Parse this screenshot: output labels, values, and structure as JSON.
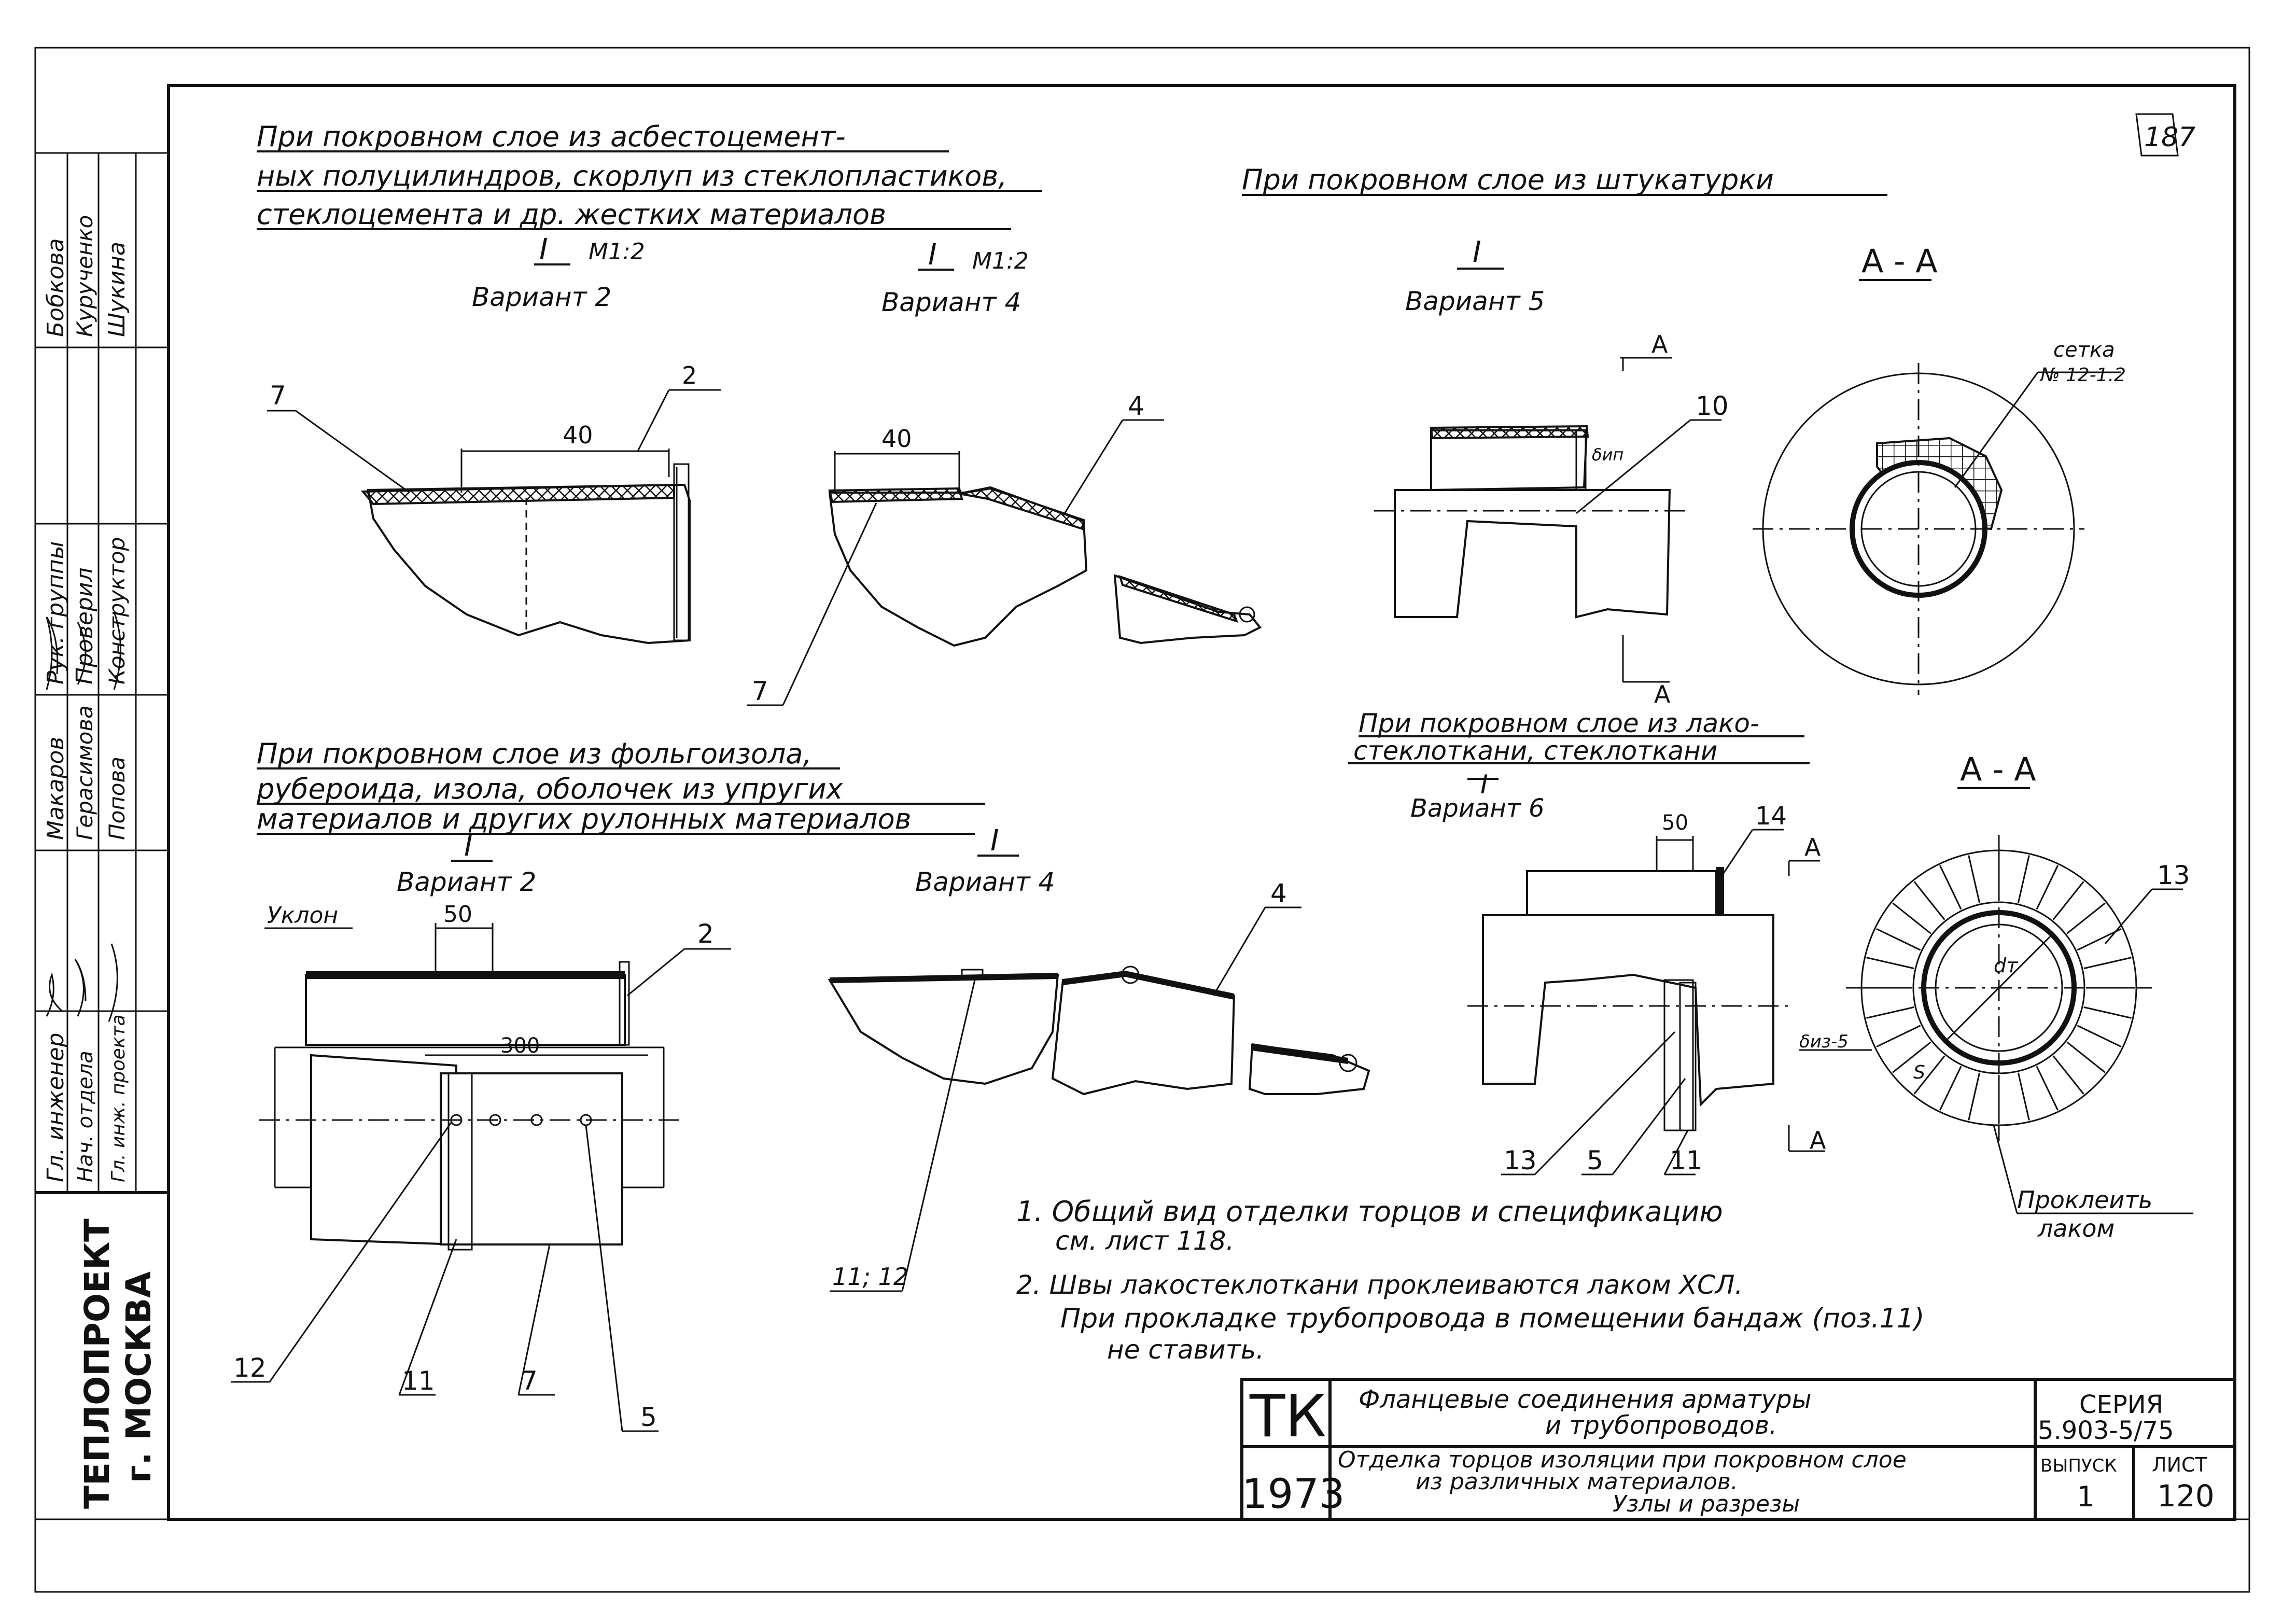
{
  "sheet_number": "187",
  "headings": {
    "rigid_line1": "При покровном слое из асбестоцемент-",
    "rigid_line2": "ных полуцилиндров, скорлуп из стеклопластиков,",
    "rigid_line3": "стеклоцемента и др. жестких материалов",
    "plaster": "При покровном слое из штукатурки",
    "lako_line1": "При покровном слое из лако-",
    "lako_line2": "стеклоткани, стеклоткани",
    "roll_line1": "При покровном слое из фольгоизола,",
    "roll_line2": "рубероида, изола, оболочек из упругих",
    "roll_line3": "материалов и других рулонных материалов"
  },
  "views": {
    "v2_top": {
      "mark": "I",
      "scale": "М1:2",
      "variant": "Вариант 2"
    },
    "v4_top": {
      "mark": "I",
      "scale": "М1:2",
      "variant": "Вариант 4"
    },
    "v5": {
      "mark": "I",
      "variant": "Вариант 5"
    },
    "section_top": "А - А",
    "v6": {
      "mark": "I",
      "variant": "Вариант 6"
    },
    "section_bottom": "А - А",
    "v2_bottom": {
      "mark": "I",
      "variant": "Вариант 2"
    },
    "v4_bottom": {
      "mark": "I",
      "variant": "Вариант 4"
    }
  },
  "callouts": {
    "c7a": "7",
    "c2a": "2",
    "d40a": "40",
    "d40b": "40",
    "c4a": "4",
    "c7b": "7",
    "cA1": "А",
    "cA2": "А",
    "c10": "10",
    "delta_top": "δип",
    "mesh1": "сетка",
    "mesh2": "№ 12-1.2",
    "slope": "Уклон",
    "d50a": "50",
    "c2b": "2",
    "d300": "300",
    "c12": "12",
    "c11a": "11",
    "c7c": "7",
    "c5a": "5",
    "c4b": "4",
    "c1112": "11; 12",
    "d50b": "50",
    "c14": "14",
    "cA3": "А",
    "cA4": "А",
    "c13a": "13",
    "c5b": "5",
    "c11b": "11",
    "c13b": "13",
    "dia": "dт",
    "delta_bottom": "δиз-5",
    "s": "S",
    "glue1": "Проклеить",
    "glue2": "лаком"
  },
  "notes": {
    "n1a": "1. Общий вид отделки торцов и спецификацию",
    "n1b": "см. лист 118.",
    "n2a": "2. Швы лакостеклоткани проклеиваются лаком ХСЛ.",
    "n2b": "При прокладке трубопровода в помещении бандаж (поз.11)",
    "n2c": "не ставить."
  },
  "side_stamp": {
    "rows": [
      {
        "role": "Гл. инженер",
        "name": "Макаров"
      },
      {
        "role": "Нач. отдела",
        "name": "Герасимова"
      },
      {
        "role": "Гл. инж. проекта",
        "name": "Попова"
      },
      {
        "role": "Рук. группы",
        "name": "Бобкова"
      },
      {
        "role": "Проверил",
        "name": "Курученко"
      },
      {
        "role": "Конструктор",
        "name": "Шукина"
      }
    ],
    "org1": "ТЕПЛОПРОЕКТ",
    "org2": "г. МОСКВА"
  },
  "title_block": {
    "tk": "ТК",
    "year": "1973",
    "title1": "Фланцевые соединения арматуры",
    "title2": "и трубопроводов.",
    "sub1": "Отделка торцов изоляции при покровном слое",
    "sub2": "из различных материалов.",
    "sub3": "Узлы и разрезы",
    "series_label": "СЕРИЯ",
    "series": "5.903-5/75",
    "issue_label": "ВЫПУСК",
    "issue": "1",
    "sheet_label": "ЛИСТ",
    "sheet": "120"
  }
}
